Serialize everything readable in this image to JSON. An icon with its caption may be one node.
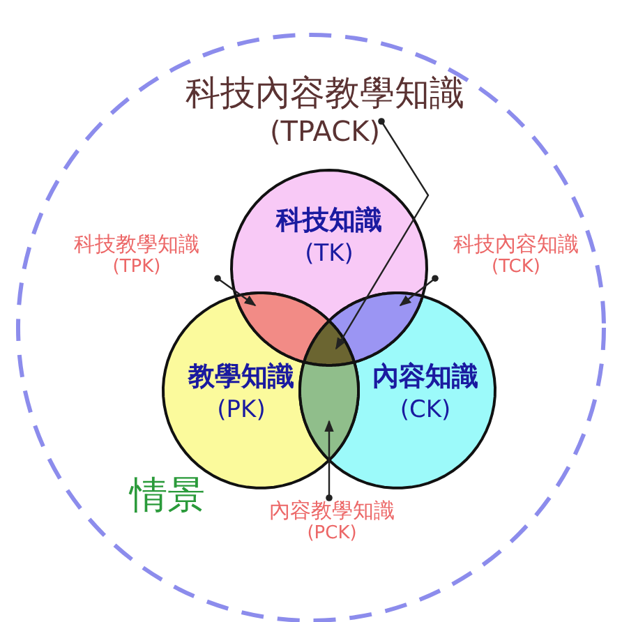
{
  "diagram": {
    "nodes": [
      {
        "text": [
          "情景"
        ]
      },
      {
        "text": [
          "科技知識",
          "(TK)"
        ],
        "in": 0
      },
      {
        "text": [
          "教學知識",
          "(PK)"
        ],
        "in": 0
      },
      {
        "text": [
          "內容知識",
          "(CK)"
        ],
        "in": 0
      },
      {
        "text": [
          "科技內容教學知識",
          "(TPACK)"
        ],
        "in": 0
      },
      {
        "text": [
          "科技教學知識",
          "(TPK)"
        ],
        "in": 0
      },
      {
        "text": [
          "科技內容知識",
          "(TCK)"
        ],
        "in": 0
      },
      {
        "text": [
          "內容教學知識",
          "(PCK)"
        ],
        "in": 0
      },
      {
        "text": [],
        "shape": "region",
        "in": 0
      },
      {
        "text": [],
        "shape": "region",
        "in": 0
      },
      {
        "text": [],
        "shape": "region",
        "in": 0
      },
      {
        "text": [],
        "shape": "region",
        "in": 0
      }
    ],
    "edges": [
      {
        "from": 4,
        "to": 10,
        "arrow": "to"
      },
      {
        "from": 5,
        "to": 8,
        "arrow": "to"
      },
      {
        "from": 6,
        "to": 9,
        "arrow": "to"
      },
      {
        "from": 7,
        "to": 11,
        "arrow": "to"
      }
    ]
  }
}
